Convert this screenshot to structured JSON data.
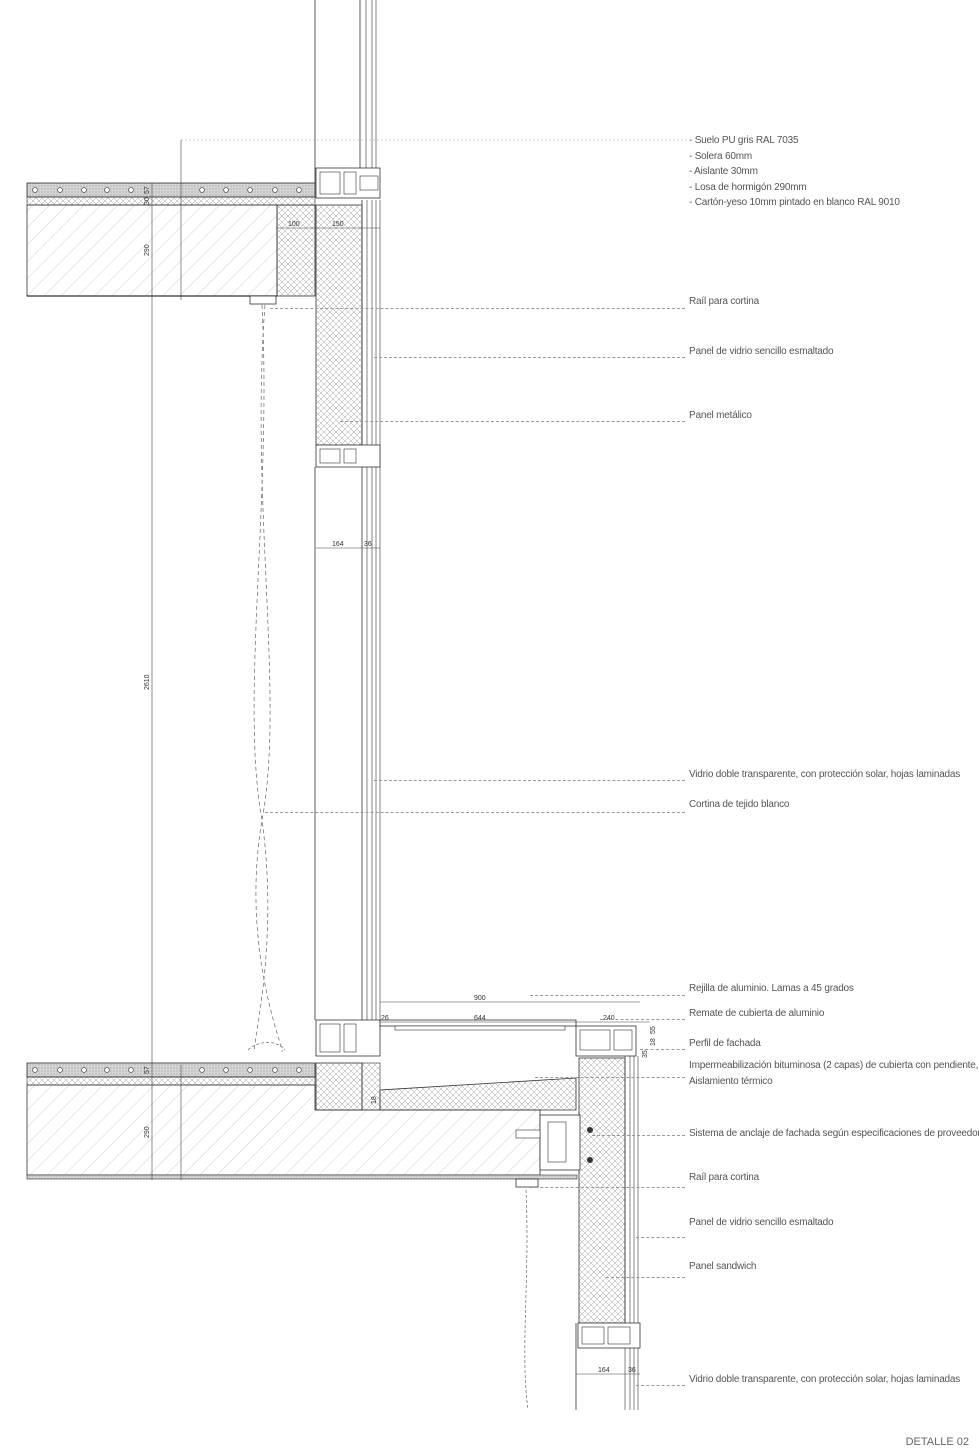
{
  "title": "DETALLE 02",
  "floor_layers": [
    "- Suelo PU gris RAL 7035",
    "- Solera 60mm",
    "- Aislante 30mm",
    "- Losa de hormigón 290mm",
    "- Cartón-yeso 10mm pintado en blanco RAL 9010"
  ],
  "labels": [
    {
      "id": "rail-1",
      "text": "Raíl para cortina"
    },
    {
      "id": "enamel-glass-1",
      "text": "Panel de vidrio sencillo esmaltado"
    },
    {
      "id": "metal-panel",
      "text": "Panel metálico"
    },
    {
      "id": "double-glass-1",
      "text": "Vidrio doble transparente, con protección solar, hojas laminadas"
    },
    {
      "id": "curtain",
      "text": "Cortina de tejido blanco"
    },
    {
      "id": "grille",
      "text": "Rejilla de aluminio. Lamas a 45 grados"
    },
    {
      "id": "coping",
      "text": "Remate de cubierta de aluminio"
    },
    {
      "id": "facade-profile",
      "text": "Perfil de fachada"
    },
    {
      "id": "waterproofing",
      "text": "Impermeabilización bituminosa (2 capas) de cubierta con pendiente,"
    },
    {
      "id": "insulation",
      "text": "Aislamiento térmico"
    },
    {
      "id": "anchor",
      "text": "Sistema de anclaje de fachada según especificaciones de proveedor."
    },
    {
      "id": "rail-2",
      "text": "Raíl para cortina"
    },
    {
      "id": "enamel-glass-2",
      "text": "Panel de vidrio sencillo esmaltado"
    },
    {
      "id": "sandwich",
      "text": "Panel sandwich"
    },
    {
      "id": "double-glass-2",
      "text": "Vidrio doble transparente, con protección solar, hojas laminadas"
    }
  ],
  "dimensions": {
    "slab_top_57": "57",
    "slab_top_30": "30",
    "slab_290": "290",
    "height_2610": "2610",
    "width_100": "100",
    "width_150": "150",
    "width_164": "164",
    "width_36": "36",
    "width_900": "900",
    "width_644": "644",
    "width_240": "240",
    "width_26": "26",
    "width_164_b": "164",
    "width_36_b": "36",
    "height_55": "55",
    "height_18": "18",
    "height_35": "35",
    "height_18b": "18"
  },
  "colors": {
    "line": "#222222",
    "hatch": "#9a9a9a",
    "floor_finish": "#cfcfcf",
    "leader": "#999999"
  }
}
